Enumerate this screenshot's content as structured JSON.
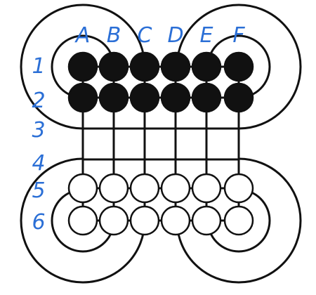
{
  "game": "Surakarta",
  "column_labels": [
    "A",
    "B",
    "C",
    "D",
    "E",
    "F"
  ],
  "row_labels": [
    "1",
    "2",
    "3",
    "4",
    "5",
    "6"
  ],
  "colors": {
    "line": "#111111",
    "black_piece": "#111111",
    "white_piece": "#ffffff",
    "handwriting": "#2b6fd6"
  },
  "pieces": [
    {
      "row": 1,
      "col": "A",
      "color": "black"
    },
    {
      "row": 1,
      "col": "B",
      "color": "black"
    },
    {
      "row": 1,
      "col": "C",
      "color": "black"
    },
    {
      "row": 1,
      "col": "D",
      "color": "black"
    },
    {
      "row": 1,
      "col": "E",
      "color": "black"
    },
    {
      "row": 1,
      "col": "F",
      "color": "black"
    },
    {
      "row": 2,
      "col": "A",
      "color": "black"
    },
    {
      "row": 2,
      "col": "B",
      "color": "black"
    },
    {
      "row": 2,
      "col": "C",
      "color": "black"
    },
    {
      "row": 2,
      "col": "D",
      "color": "black"
    },
    {
      "row": 2,
      "col": "E",
      "color": "black"
    },
    {
      "row": 2,
      "col": "F",
      "color": "black"
    },
    {
      "row": 5,
      "col": "A",
      "color": "white"
    },
    {
      "row": 5,
      "col": "B",
      "color": "white"
    },
    {
      "row": 5,
      "col": "C",
      "color": "white"
    },
    {
      "row": 5,
      "col": "D",
      "color": "white"
    },
    {
      "row": 5,
      "col": "E",
      "color": "white"
    },
    {
      "row": 5,
      "col": "F",
      "color": "white"
    },
    {
      "row": 6,
      "col": "A",
      "color": "white"
    },
    {
      "row": 6,
      "col": "B",
      "color": "white"
    },
    {
      "row": 6,
      "col": "C",
      "color": "white"
    },
    {
      "row": 6,
      "col": "D",
      "color": "white"
    },
    {
      "row": 6,
      "col": "E",
      "color": "white"
    },
    {
      "row": 6,
      "col": "F",
      "color": "white"
    }
  ]
}
